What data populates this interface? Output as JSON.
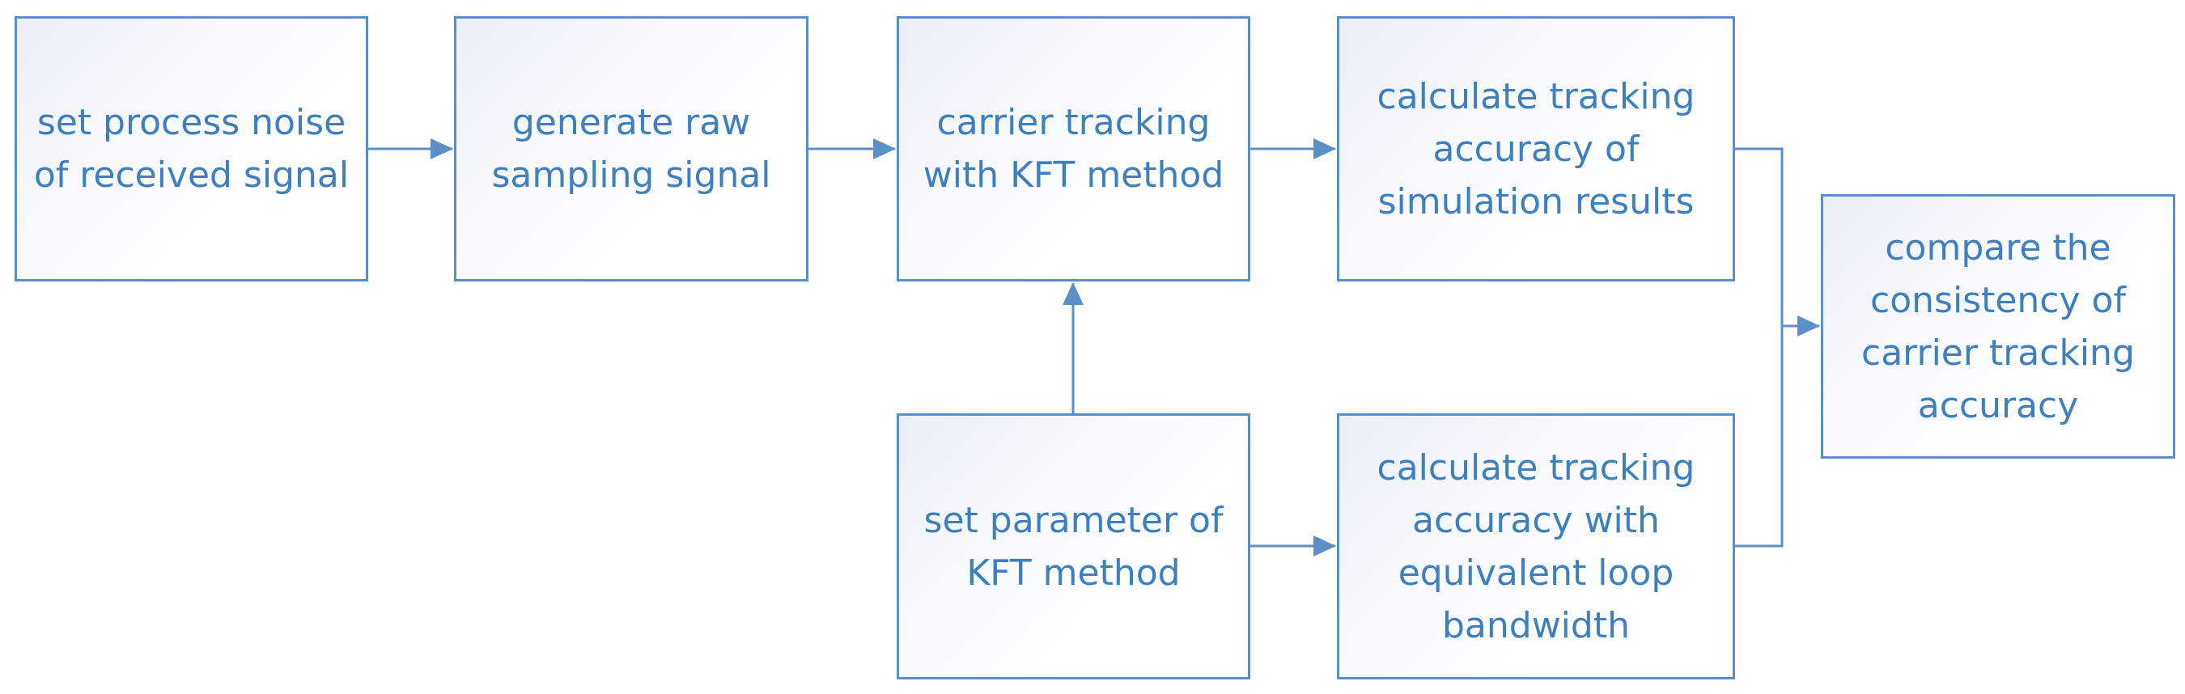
{
  "diagram": {
    "nodes": [
      {
        "id": "b1",
        "label": "set process noise\nof received signal"
      },
      {
        "id": "b2",
        "label": "generate raw\nsampling signal"
      },
      {
        "id": "b3",
        "label": "carrier tracking\nwith KFT method"
      },
      {
        "id": "b4",
        "label": "calculate tracking\naccuracy of\nsimulation results"
      },
      {
        "id": "b5",
        "label": "set parameter of\nKFT method"
      },
      {
        "id": "b6",
        "label": "calculate tracking\naccuracy with\nequivalent loop\nbandwidth"
      },
      {
        "id": "b7",
        "label": "compare the\nconsistency of\ncarrier tracking\naccuracy"
      }
    ],
    "edges": [
      {
        "from": "b1",
        "to": "b2"
      },
      {
        "from": "b2",
        "to": "b3"
      },
      {
        "from": "b3",
        "to": "b4"
      },
      {
        "from": "b5",
        "to": "b3"
      },
      {
        "from": "b5",
        "to": "b6"
      },
      {
        "from": "b4",
        "to": "b7"
      },
      {
        "from": "b6",
        "to": "b7"
      }
    ],
    "colors": {
      "stroke": "#5b8fc7",
      "text": "#3d7fbf",
      "fill_start": "#e9eef8",
      "fill_end": "#ffffff"
    }
  }
}
